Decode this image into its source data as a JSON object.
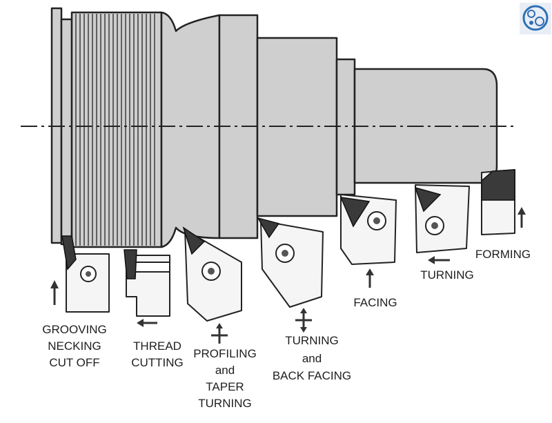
{
  "operations": [
    {
      "id": "grooving",
      "label_lines": [
        "GROOVING",
        "NECKING",
        "CUT OFF"
      ]
    },
    {
      "id": "thread",
      "label_lines": [
        "THREAD",
        "CUTTING"
      ]
    },
    {
      "id": "profiling",
      "label_lines": [
        "PROFILING",
        "and",
        "TAPER",
        "TURNING"
      ]
    },
    {
      "id": "turning-back",
      "label_lines": [
        "TURNING",
        "and",
        "BACK FACING"
      ]
    },
    {
      "id": "facing",
      "label_lines": [
        "FACING"
      ]
    },
    {
      "id": "turning",
      "label_lines": [
        "TURNING"
      ]
    },
    {
      "id": "forming",
      "label_lines": [
        "FORMING"
      ]
    }
  ],
  "colors": {
    "workpiece": "#cfcfcf",
    "outline": "#222222",
    "insert": "#3a3a3a",
    "holder": "#f5f5f5",
    "logo": "#2f6fb3"
  },
  "icons": [
    "brain-gear-logo-icon"
  ]
}
